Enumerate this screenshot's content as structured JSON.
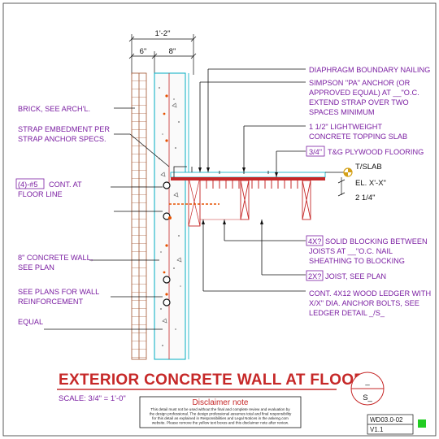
{
  "drawing": {
    "title": "EXTERIOR CONCRETE WALL AT FLOOR",
    "scale": "SCALE: 3/4\" = 1'-0\"",
    "section_mark_top": "_",
    "section_mark_bottom": "S_",
    "sheet_id": "WD03.0-02",
    "version": "V1.1",
    "status_color": "#22cc22"
  },
  "dimensions": {
    "overall": "1'-2\"",
    "left": "6\"",
    "right": "8\"",
    "elevation_label": "T/SLAB",
    "elevation_value": "EL. X'-X\"",
    "offset": "2 1/4\""
  },
  "left_notes": {
    "brick": "BRICK, SEE ARCH'L.",
    "strap_line1": "STRAP EMBEDMENT PER",
    "strap_line2": "STRAP ANCHOR SPECS.",
    "rebar_tag": "(4)-#5",
    "rebar_line1": "CONT. AT",
    "rebar_line2": "FLOOR LINE",
    "wall_line1": "8\" CONCRETE WALL,",
    "wall_line2": "SEE PLAN",
    "reinf_line1": "SEE PLANS FOR WALL",
    "reinf_line2": "REINFORCEMENT",
    "equal": "EQUAL"
  },
  "right_notes": {
    "diaphragm": "DIAPHRAGM BOUNDARY NAILING",
    "simpson_line1_a": "SIMPSON \"",
    "simpson_tag": "PA",
    "simpson_line1_b": "\" ANCHOR (OR",
    "simpson_line2_a": "APPROVED EQUAL) AT ",
    "simpson_spacing": "__\"o.c.",
    "simpson_line3": "EXTEND STRAP OVER TWO",
    "simpson_line4": "SPACES MINIMUM",
    "topping_line1": "1 1/2\" LIGHTWEIGHT",
    "topping_line2": "CONCRETE TOPPING SLAB",
    "plywood_tag": "3/4\"",
    "plywood_text": "T&G PLYWOOD FLOORING",
    "blocking_tag": "4x?",
    "blocking_text": "SOLID BLOCKING BETWEEN",
    "blocking_line2_a": "JOISTS AT ",
    "blocking_spacing": "__\"o.c.",
    "blocking_line2_b": " NAIL",
    "blocking_line3": "SHEATHING TO BLOCKING",
    "joist_tag": "2x?",
    "joist_text": "JOIST, SEE PLAN",
    "ledger_line1_a": "CONT. ",
    "ledger_tag": "4x12",
    "ledger_line1_b": " WOOD LEDGER WITH",
    "bolt_tag": "X/X\"",
    "ledger_line2": " DIA. ANCHOR BOLTS, SEE",
    "ledger_line3_a": "LEDGER DETAIL ",
    "ledger_detail": "_/S_"
  },
  "disclaimer": {
    "heading": "Disclaimer note",
    "line1": "This detail must not be used without the final and complete review and evaluation by",
    "line2": "the design professional. The design professional assumes total and final responsibility",
    "line3": "for this detail as explained in Responsibilities and Legal Notices in the askeng.com",
    "line4": "website. Please remove the yellow text boxes and this disclaimer note after review."
  },
  "colors": {
    "annotation": "#7b1fa2",
    "title": "#c62828",
    "brick": "#a0522d",
    "concrete_edge": "#00acc1",
    "rebar": "#e65100",
    "ledger": "#c62828"
  }
}
